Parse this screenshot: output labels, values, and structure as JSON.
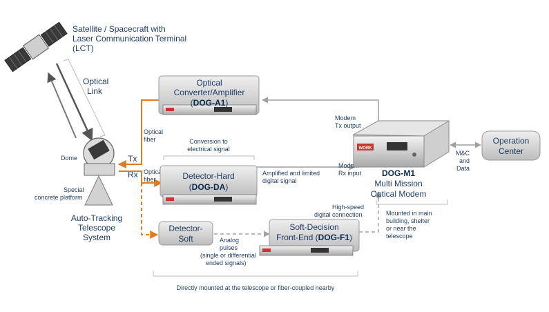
{
  "satellite": {
    "title_line1": "Satellite / Spacecraft with",
    "title_line2": "Laser Communication Terminal",
    "title_line3": "(LCT)"
  },
  "optical_link": {
    "line1": "Optical",
    "line2": "Link"
  },
  "telescope": {
    "dome_label": "Dome",
    "platform_line1": "Special",
    "platform_line2": "concrete platform",
    "system_line1": "Auto-Tracking",
    "system_line2": "Telescope",
    "system_line3": "System",
    "tx": "Tx",
    "rx": "Rx"
  },
  "fiber_tx": {
    "line1": "Optical",
    "line2": "fiber"
  },
  "fiber_rx": {
    "line1": "Optical",
    "line2": "fiber"
  },
  "dog_a1": {
    "line1": "Optical",
    "line2": "Converter/Amplifier",
    "code": "DOG-A1"
  },
  "conversion": {
    "line1": "Conversion to",
    "line2": "electrical signal"
  },
  "dog_da": {
    "line1": "Detector-Hard",
    "code": "DOG-DA"
  },
  "detector_soft": {
    "line1": "Detector-",
    "line2": "Soft"
  },
  "analog": {
    "line1": "Analog",
    "line2": "pulses",
    "line3": "(single or differential",
    "line4": "ended signals)"
  },
  "dog_f1": {
    "line1": "Soft-Decision",
    "line2": "Front-End",
    "code": "DOG-F1"
  },
  "high_speed": {
    "line1": "High-speed",
    "line2": "digital connection"
  },
  "amplified": {
    "line1": "Amplified and limited",
    "line2": "digital signal"
  },
  "modem_tx": {
    "line1": "Modem",
    "line2": "Tx output"
  },
  "modem_rx": {
    "line1": "Modem",
    "line2": "Rx input"
  },
  "dog_m1": {
    "code": "DOG-M1",
    "line2": "Multi Mission",
    "line3": "Optical Modem",
    "brand": "WORK"
  },
  "mounted": {
    "line1": "Mounted in main",
    "line2": "building, shelter",
    "line3": "or near the",
    "line4": "telescope"
  },
  "mc": {
    "line1": "M&C",
    "line2": "and",
    "line3": "Data"
  },
  "operation_center": {
    "line1": "Operation",
    "line2": "Center"
  },
  "bottom_note": "Directly mounted at the telescope or fiber-coupled nearby",
  "colors": {
    "fiber": "#e07b20",
    "link": "#a0a0a0",
    "text": "#1f3a5f",
    "box": "#cccccc"
  }
}
